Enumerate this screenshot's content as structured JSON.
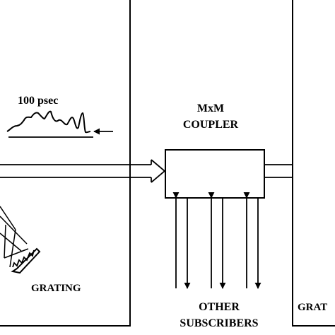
{
  "labels": {
    "pulse_width": "100 psec",
    "coupler_line1": "MxM",
    "coupler_line2": "COUPLER",
    "grating_left": "GRATING",
    "other_line1": "OTHER",
    "subscribers_line2": "SUBSCRIBERS",
    "grating_right": "GRAT"
  },
  "colors": {
    "ink": "#000000",
    "paper": "#ffffff"
  }
}
